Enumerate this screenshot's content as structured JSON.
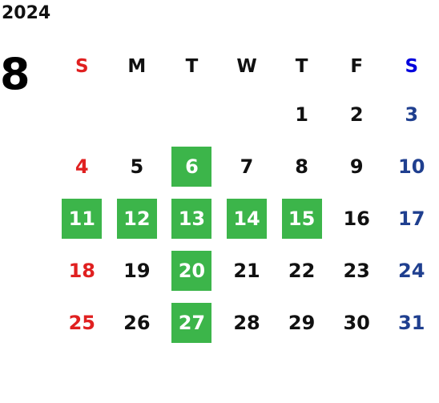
{
  "year": "2024",
  "month": "8",
  "colors": {
    "sunday": "#e02020",
    "saturday": "#1f3f8f",
    "saturday_header": "#0000dd",
    "highlight": "#3cb54a"
  },
  "weekdays": [
    "S",
    "M",
    "T",
    "W",
    "T",
    "F",
    "S"
  ],
  "weeks": [
    [
      {
        "day": "",
        "hl": false
      },
      {
        "day": "",
        "hl": false
      },
      {
        "day": "",
        "hl": false
      },
      {
        "day": "",
        "hl": false
      },
      {
        "day": "1",
        "hl": false
      },
      {
        "day": "2",
        "hl": false
      },
      {
        "day": "3",
        "hl": false
      }
    ],
    [
      {
        "day": "4",
        "hl": false
      },
      {
        "day": "5",
        "hl": false
      },
      {
        "day": "6",
        "hl": true
      },
      {
        "day": "7",
        "hl": false
      },
      {
        "day": "8",
        "hl": false
      },
      {
        "day": "9",
        "hl": false
      },
      {
        "day": "10",
        "hl": false
      }
    ],
    [
      {
        "day": "11",
        "hl": true
      },
      {
        "day": "12",
        "hl": true
      },
      {
        "day": "13",
        "hl": true
      },
      {
        "day": "14",
        "hl": true
      },
      {
        "day": "15",
        "hl": true
      },
      {
        "day": "16",
        "hl": false
      },
      {
        "day": "17",
        "hl": false
      }
    ],
    [
      {
        "day": "18",
        "hl": false
      },
      {
        "day": "19",
        "hl": false
      },
      {
        "day": "20",
        "hl": true
      },
      {
        "day": "21",
        "hl": false
      },
      {
        "day": "22",
        "hl": false
      },
      {
        "day": "23",
        "hl": false
      },
      {
        "day": "24",
        "hl": false
      }
    ],
    [
      {
        "day": "25",
        "hl": false
      },
      {
        "day": "26",
        "hl": false
      },
      {
        "day": "27",
        "hl": true
      },
      {
        "day": "28",
        "hl": false
      },
      {
        "day": "29",
        "hl": false
      },
      {
        "day": "30",
        "hl": false
      },
      {
        "day": "31",
        "hl": false
      }
    ]
  ]
}
